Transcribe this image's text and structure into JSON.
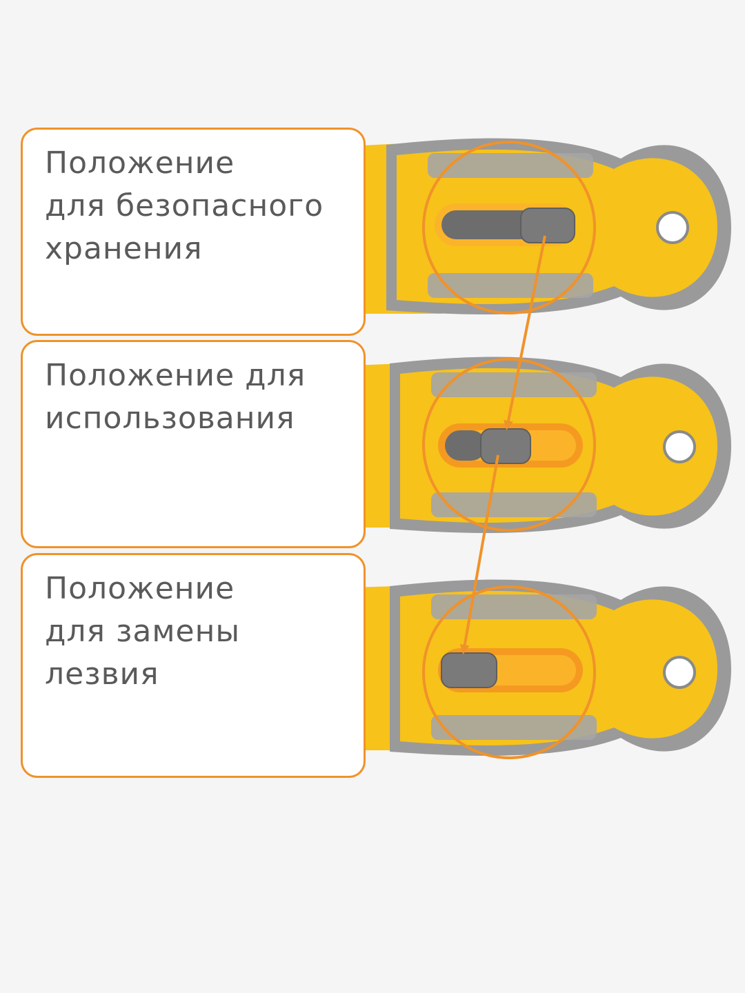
{
  "labels": {
    "storage": "Положение\nдля безопасного\nхранения",
    "use": "Положение для\nиспользования",
    "replace": "Положение\nдля замены\nлезвия"
  },
  "colors": {
    "accent": "#f0922a",
    "handle_yellow": "#f7c21a",
    "handle_gray": "#9a9a9a",
    "background": "#f5f5f5",
    "text": "#5a5a5a"
  },
  "icons": {
    "scraper_tool": "scraper-icon",
    "magnifier": "circle-highlight-icon",
    "arrow": "arrow-down-icon"
  }
}
